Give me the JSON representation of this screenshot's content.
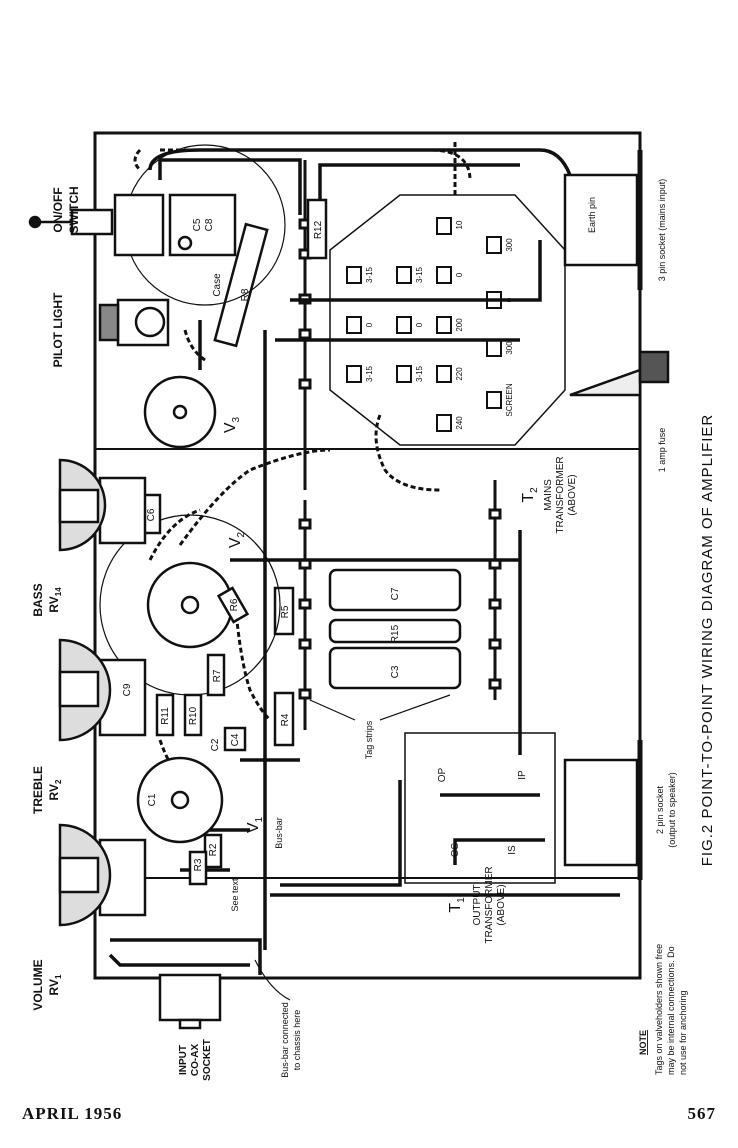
{
  "caption": "FIG.2 POINT-TO-POINT WIRING DIAGRAM OF AMPLIFIER",
  "controls": {
    "on_off_1": "ON/OFF",
    "on_off_2": "SWITCH",
    "pilot": "PILOT LIGHT",
    "bass_1": "BASS",
    "bass_2": "RV",
    "bass_sub": "14",
    "treble_1": "TREBLE",
    "treble_2": "RV",
    "treble_sub": "2",
    "volume_1": "VOLUME",
    "volume_2": "RV",
    "volume_sub": "1"
  },
  "input_socket": [
    "INPUT",
    "CO-AX",
    "SOCKET"
  ],
  "valves": {
    "v1": "V",
    "v1_sub": "1",
    "v2": "V",
    "v2_sub": "2",
    "v3": "V",
    "v3_sub": "3"
  },
  "mains_transformer": {
    "id": "T",
    "id_sub": "2",
    "line1": "MAINS",
    "line2": "TRANSFORMER",
    "line3": "(ABOVE)"
  },
  "output_transformer": {
    "id": "T",
    "id_sub": "1",
    "line1": "OUTPUT",
    "line2": "TRANSFORMER",
    "line3": "(ABOVE)"
  },
  "tappings": {
    "t10": "10",
    "t315a": "3-15",
    "t315b": "3-15",
    "t0a": "0",
    "t0b": "0",
    "t0c": "0",
    "t200": "200",
    "t315c": "3-15",
    "t315d": "3-15",
    "t220": "220",
    "t300a": "300",
    "t300b": "300",
    "t0d": "0",
    "t240": "240",
    "screen": "SCREEN"
  },
  "components": {
    "c5": "C5",
    "c8": "C8",
    "case": "Case",
    "r8": "R8",
    "r12": "R12",
    "c6": "C6",
    "r6": "R6",
    "r5": "R5",
    "c7": "C7",
    "c3": "C3",
    "c9": "C9",
    "r11": "R11",
    "r10": "R10",
    "r7": "R7",
    "c4": "C4",
    "r4": "R4",
    "c1": "C1",
    "r3": "R3",
    "r2": "R2",
    "c2": "C2"
  },
  "output_terminals": {
    "op": "OP",
    "ip": "IP",
    "os": "OS",
    "is": "IS"
  },
  "labels": {
    "tag_strips": "Tag strips",
    "bus_bar": "Bus-bar",
    "see_text": "See text",
    "earth_pin": "Earth pin",
    "bus_bar_note_1": "Bus-bar connected",
    "bus_bar_note_2": "to chassis here",
    "fuse": "1 amp fuse",
    "socket3_1": "3 pin socket (mains input)",
    "socket2_1": "2 pin socket",
    "socket2_2": "(output to speaker)"
  },
  "note": {
    "title": "NOTE",
    "line1": "Tags on valveholders shown free",
    "line2": "may be internal connections. Do",
    "line3": "not use for anchoring"
  },
  "footer": {
    "date": "APRIL 1956",
    "page": "567"
  }
}
